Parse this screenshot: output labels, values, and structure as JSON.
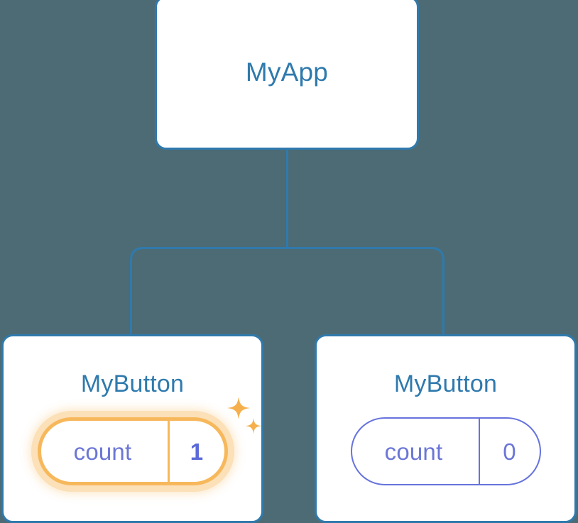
{
  "diagram": {
    "type": "component-tree",
    "background_color": "#4c6b75",
    "accent_color": "#2f7aad",
    "state_color": "#6b76d6",
    "highlight_color": "#f7b85c",
    "highlight_glow_color": "#fbe0b8"
  },
  "root": {
    "title": "MyApp",
    "has_state": false
  },
  "children": [
    {
      "title": "MyButton",
      "state": {
        "key": "count",
        "value": "1"
      },
      "highlighted": true,
      "sparkle_icons": [
        "sparkle-icon-large",
        "sparkle-icon-small"
      ]
    },
    {
      "title": "MyButton",
      "state": {
        "key": "count",
        "value": "0"
      },
      "highlighted": false,
      "sparkle_icons": []
    }
  ],
  "connectors": {
    "style": "orthogonal-rounded",
    "stroke_color": "#2f7aad",
    "stroke_width": 3
  }
}
